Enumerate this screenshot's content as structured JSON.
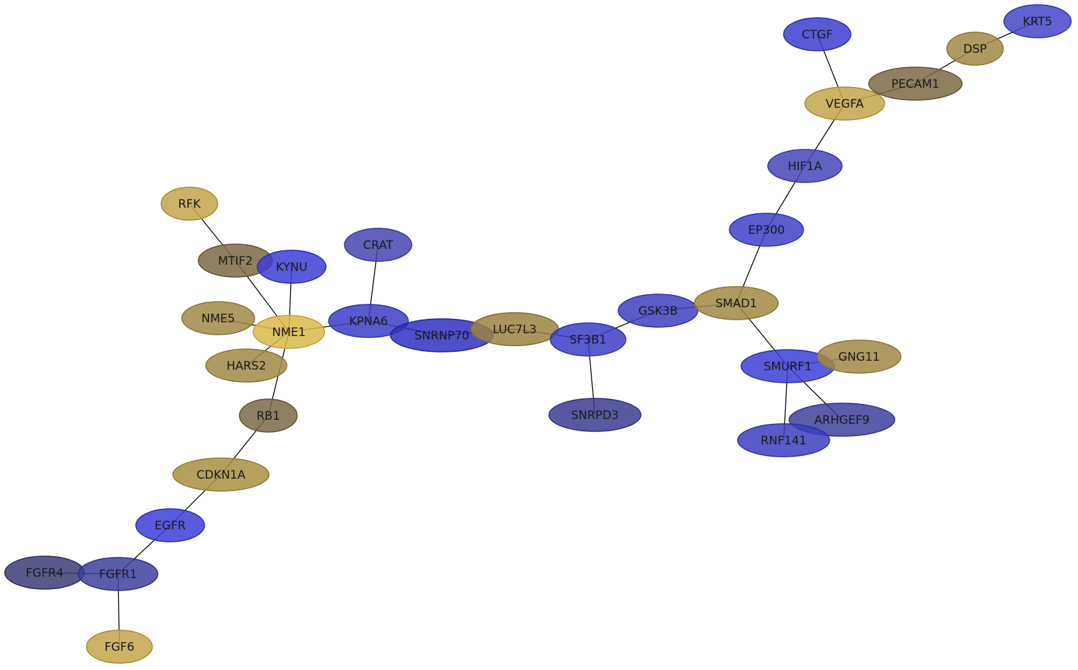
{
  "graph": {
    "nodes": [
      {
        "id": "RFK",
        "label": "RFK",
        "fill": "#c3a44b",
        "stroke": "#a3882e"
      },
      {
        "id": "MTIF2",
        "label": "MTIF2",
        "fill": "#7b6a45",
        "stroke": "#5e4f30"
      },
      {
        "id": "KYNU",
        "label": "KYNU",
        "fill": "#3d3dd6",
        "stroke": "#2a2ab0"
      },
      {
        "id": "CRAT",
        "label": "CRAT",
        "fill": "#4545b0",
        "stroke": "#33339a"
      },
      {
        "id": "NME5",
        "label": "NME5",
        "fill": "#a08a45",
        "stroke": "#867233"
      },
      {
        "id": "NME1",
        "label": "NME1",
        "fill": "#dbb84a",
        "stroke": "#c09e32"
      },
      {
        "id": "KPNA6",
        "label": "KPNA6",
        "fill": "#3d3dc7",
        "stroke": "#2d2da8"
      },
      {
        "id": "SNRNP70",
        "label": "SNRNP70",
        "fill": "#3030c0",
        "stroke": "#2020a0"
      },
      {
        "id": "LUC7L3",
        "label": "LUC7L3",
        "fill": "#9a8440",
        "stroke": "#7e6a2e"
      },
      {
        "id": "HARS2",
        "label": "HARS2",
        "fill": "#a08a45",
        "stroke": "#867233"
      },
      {
        "id": "RB1",
        "label": "RB1",
        "fill": "#7b6a45",
        "stroke": "#5e4f30"
      },
      {
        "id": "CDKN1A",
        "label": "CDKN1A",
        "fill": "#a89040",
        "stroke": "#8e782e"
      },
      {
        "id": "EGFR",
        "label": "EGFR",
        "fill": "#3d3dd6",
        "stroke": "#2a2ab0"
      },
      {
        "id": "FGFR4",
        "label": "FGFR4",
        "fill": "#3c3c75",
        "stroke": "#2a2a5c"
      },
      {
        "id": "FGFR1",
        "label": "FGFR1",
        "fill": "#40409e",
        "stroke": "#2e2e88"
      },
      {
        "id": "FGF6",
        "label": "FGF6",
        "fill": "#c3a44b",
        "stroke": "#a3882e"
      },
      {
        "id": "SF3B1",
        "label": "SF3B1",
        "fill": "#3d3dc7",
        "stroke": "#2d2da8"
      },
      {
        "id": "SNRPD3",
        "label": "SNRPD3",
        "fill": "#3c3c90",
        "stroke": "#2a2a78"
      },
      {
        "id": "GSK3B",
        "label": "GSK3B",
        "fill": "#4040c0",
        "stroke": "#2e2ea3"
      },
      {
        "id": "SMAD1",
        "label": "SMAD1",
        "fill": "#a08a45",
        "stroke": "#867233"
      },
      {
        "id": "EP300",
        "label": "EP300",
        "fill": "#4040c8",
        "stroke": "#2e2eac"
      },
      {
        "id": "HIF1A",
        "label": "HIF1A",
        "fill": "#4545b8",
        "stroke": "#33339c"
      },
      {
        "id": "VEGFA",
        "label": "VEGFA",
        "fill": "#c3a44b",
        "stroke": "#a3882e"
      },
      {
        "id": "CTGF",
        "label": "CTGF",
        "fill": "#3d3dd0",
        "stroke": "#2a2ab0"
      },
      {
        "id": "PECAM1",
        "label": "PECAM1",
        "fill": "#7b6a45",
        "stroke": "#5e4f30"
      },
      {
        "id": "DSP",
        "label": "DSP",
        "fill": "#a08a45",
        "stroke": "#867233"
      },
      {
        "id": "KRT5",
        "label": "KRT5",
        "fill": "#4545c8",
        "stroke": "#3030a8"
      },
      {
        "id": "SMURF1",
        "label": "SMURF1",
        "fill": "#3d3dd6",
        "stroke": "#2a2ab0"
      },
      {
        "id": "GNG11",
        "label": "GNG11",
        "fill": "#a08a45",
        "stroke": "#867233"
      },
      {
        "id": "ARHGEF9",
        "label": "ARHGEF9",
        "fill": "#40409e",
        "stroke": "#2e2e88"
      },
      {
        "id": "RNF141",
        "label": "RNF141",
        "fill": "#3d3dc0",
        "stroke": "#2d2da3"
      }
    ],
    "edges": [
      {
        "source": "RFK",
        "target": "MTIF2"
      },
      {
        "source": "MTIF2",
        "target": "NME1"
      },
      {
        "source": "KYNU",
        "target": "NME1"
      },
      {
        "source": "NME5",
        "target": "NME1"
      },
      {
        "source": "NME1",
        "target": "KPNA6"
      },
      {
        "source": "NME1",
        "target": "HARS2"
      },
      {
        "source": "NME1",
        "target": "RB1"
      },
      {
        "source": "CRAT",
        "target": "KPNA6"
      },
      {
        "source": "KPNA6",
        "target": "SNRNP70"
      },
      {
        "source": "SNRNP70",
        "target": "LUC7L3"
      },
      {
        "source": "LUC7L3",
        "target": "SF3B1"
      },
      {
        "source": "SF3B1",
        "target": "SNRPD3"
      },
      {
        "source": "SF3B1",
        "target": "GSK3B"
      },
      {
        "source": "GSK3B",
        "target": "SMAD1"
      },
      {
        "source": "SMAD1",
        "target": "EP300"
      },
      {
        "source": "SMAD1",
        "target": "SMURF1"
      },
      {
        "source": "EP300",
        "target": "HIF1A"
      },
      {
        "source": "HIF1A",
        "target": "VEGFA"
      },
      {
        "source": "VEGFA",
        "target": "CTGF"
      },
      {
        "source": "VEGFA",
        "target": "PECAM1"
      },
      {
        "source": "PECAM1",
        "target": "DSP"
      },
      {
        "source": "DSP",
        "target": "KRT5"
      },
      {
        "source": "SMURF1",
        "target": "GNG11"
      },
      {
        "source": "SMURF1",
        "target": "ARHGEF9"
      },
      {
        "source": "SMURF1",
        "target": "RNF141"
      },
      {
        "source": "RB1",
        "target": "CDKN1A"
      },
      {
        "source": "CDKN1A",
        "target": "EGFR"
      },
      {
        "source": "EGFR",
        "target": "FGFR1"
      },
      {
        "source": "FGFR1",
        "target": "FGFR4"
      },
      {
        "source": "FGFR1",
        "target": "FGF6"
      }
    ]
  }
}
